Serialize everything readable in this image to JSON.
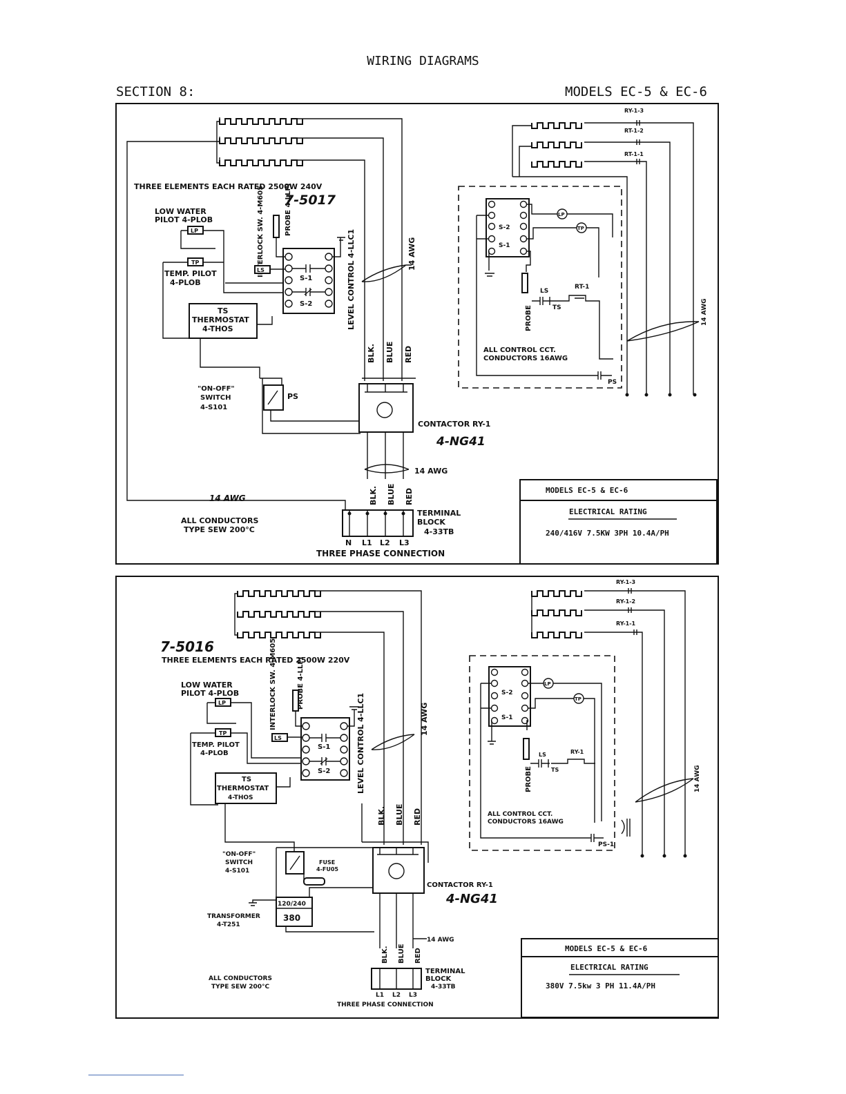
{
  "header": {
    "title": "WIRING DIAGRAMS",
    "section": "SECTION  8:",
    "models": "MODELS EC-5 & EC-6"
  },
  "diagram_top": {
    "drawing_no": "7-5017",
    "elements_label": "THREE ELEMENTS EACH RATED 2500W  240V",
    "low_water_pilot": [
      "LOW WATER",
      "PILOT 4-PLOB"
    ],
    "lp": "LP",
    "tp": "TP",
    "temp_pilot": [
      "TEMP. PILOT",
      "4-PLOB"
    ],
    "thermostat": [
      "TS",
      "THERMOSTAT",
      "4-THOS"
    ],
    "interlock": "INTERLOCK SW. 4-M605",
    "probe": "PROBE 4-LLPI",
    "ls": "LS",
    "s1": "S-1",
    "s2": "S-2",
    "level_control": "LEVEL CONTROL 4-LLC1",
    "awg14_vertical": "14 AWG",
    "wire_colors": [
      "BLK.",
      "BLUE",
      "RED"
    ],
    "on_off_switch": [
      "\"ON-OFF\"",
      "SWITCH",
      "4-S101"
    ],
    "ps": "PS",
    "contactor": "CONTACTOR RY-1",
    "contactor_part": "4-NG41",
    "awg14_lower": "14 AWG",
    "awg14_left": "14 AWG",
    "all_conductors": [
      "ALL CONDUCTORS",
      "TYPE SEW 200°C"
    ],
    "terminal_block": [
      "TERMINAL",
      "BLOCK",
      "4-33TB"
    ],
    "terminals": [
      "N",
      "L1",
      "L2",
      "L3"
    ],
    "three_phase": "THREE PHASE CONNECTION",
    "relay_labels": [
      "RY-1-3",
      "RT-1-2",
      "RT-1-1"
    ],
    "probe_ctrl": "PROBE",
    "ctrl_ls": "LS",
    "ctrl_ts": "TS",
    "ctrl_rt1": "RT-1",
    "ctrl_note": [
      "ALL CONTROL CCT.",
      "CONDUCTORS 16AWG"
    ],
    "ctrl_ps": "PS",
    "awg14_right": "14 AWG",
    "rating_box": {
      "model": "MODELS EC-5 & EC-6",
      "heading": "ELECTRICAL RATING",
      "value": "240/416V 7.5KW 3PH 10.4A/PH"
    }
  },
  "diagram_bottom": {
    "drawing_no": "7-5016",
    "elements_label": "THREE ELEMENTS EACH RATED 2500W 220V",
    "low_water_pilot": [
      "LOW WATER",
      "PILOT 4-PLOB"
    ],
    "lp": "LP",
    "tp": "TP",
    "temp_pilot": [
      "TEMP. PILOT",
      "4-PLOB"
    ],
    "thermostat": [
      "TS",
      "THERMOSTAT",
      "4-THOS"
    ],
    "interlock": "INTERLOCK SW. 4-M605",
    "probe": "PROBE 4-LLPI",
    "ls": "LS",
    "s1": "S-1",
    "s2": "S-2",
    "level_control": "LEVEL CONTROL 4-LLC1",
    "awg14_vertical": "14 AWG",
    "wire_colors": [
      "BLK.",
      "BLUE",
      "RED"
    ],
    "on_off_switch": [
      "\"ON-OFF\"",
      "SWITCH",
      "4-S101"
    ],
    "fuse": [
      "FUSE",
      "4-FU05"
    ],
    "transformer": [
      "TRANSFORMER",
      "4-T251"
    ],
    "transformer_volts": [
      "120/240",
      "380"
    ],
    "contactor": "CONTACTOR RY-1",
    "contactor_part": "4-NG41",
    "awg14_lower": "14 AWG",
    "all_conductors": [
      "ALL CONDUCTORS",
      "TYPE SEW 200°C"
    ],
    "terminal_block": [
      "TERMINAL",
      "BLOCK",
      "4-33TB"
    ],
    "terminals": [
      "L1",
      "L2",
      "L3"
    ],
    "three_phase": "THREE PHASE CONNECTION",
    "relay_labels": [
      "RY-1-3",
      "RY-1-2",
      "RY-1-1"
    ],
    "probe_ctrl": "PROBE",
    "ctrl_ls": "LS",
    "ctrl_ts": "TS",
    "ctrl_rt1": "RY-1",
    "ctrl_note": [
      "ALL CONTROL CCT.",
      "CONDUCTORS 16AWG"
    ],
    "ctrl_ps": "PS-1",
    "awg14_right": "14 AWG",
    "rating_box": {
      "model": "MODELS EC-5 & EC-6",
      "heading": "ELECTRICAL RATING",
      "value": "380V 7.5kw 3 PH 11.4A/PH"
    }
  }
}
